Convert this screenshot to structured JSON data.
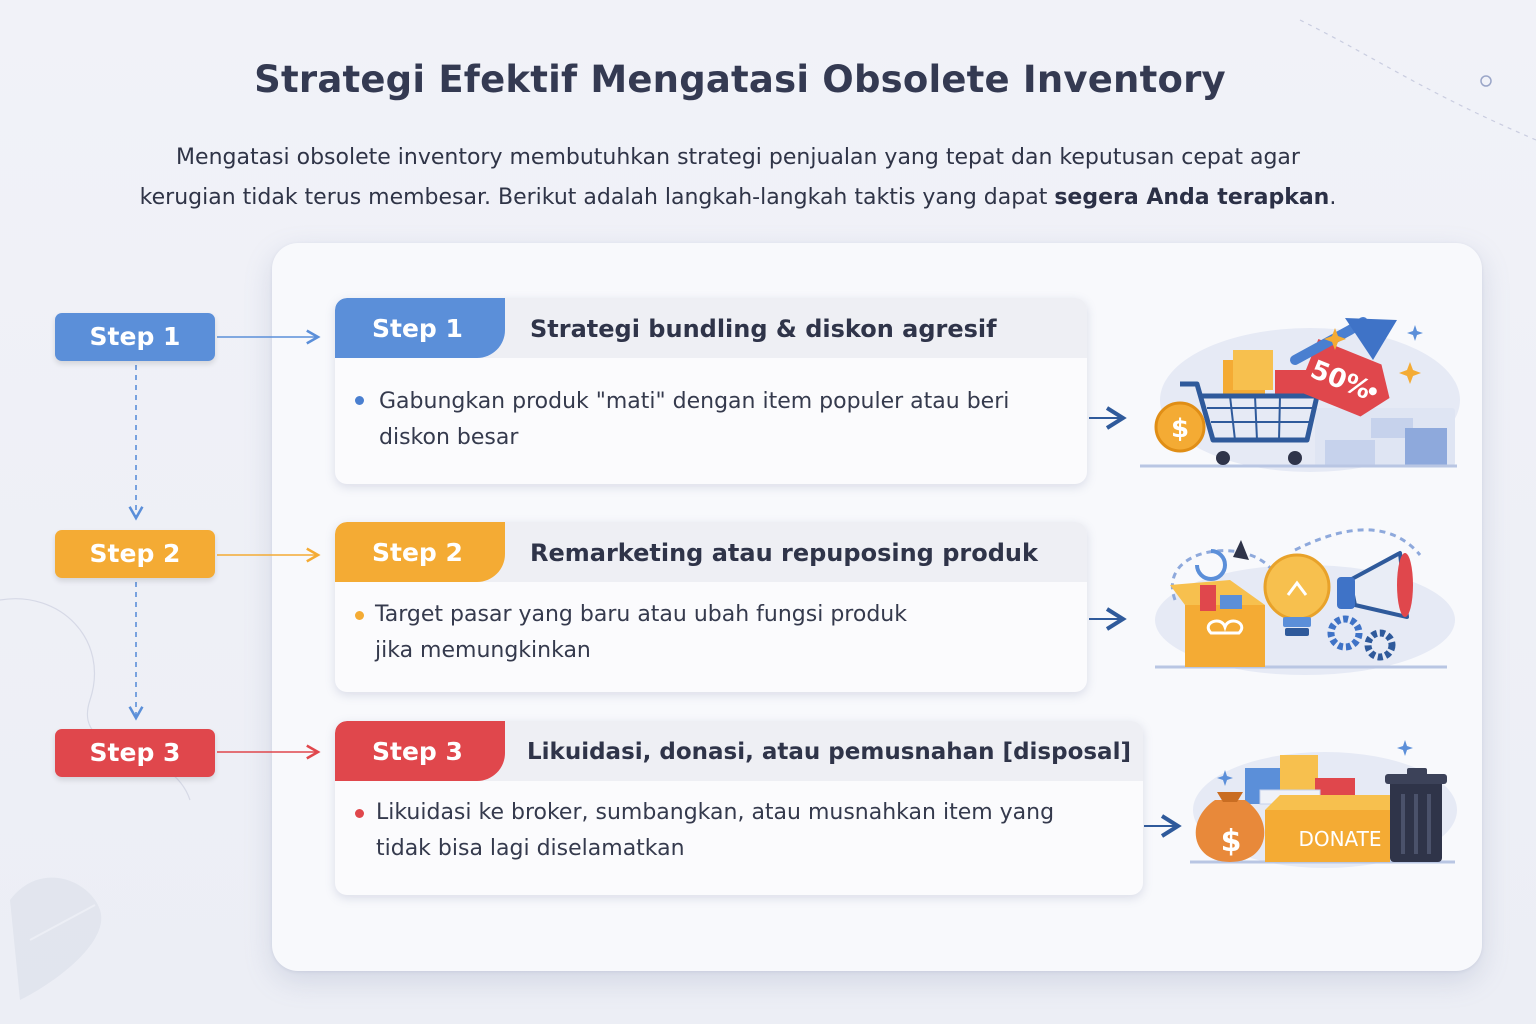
{
  "title": "Strategi Efektif Mengatasi Obsolete Inventory",
  "intro": {
    "line1": "Mengatasi obsolete inventory membutuhkan strategi penjualan yang tepat dan keputusan cepat agar",
    "line2_plain": "kerugian tidak terus membesar. Berikut adalah langkah-langkah taktis yang dapat ",
    "line2_bold": "segera Anda terapkan",
    "line2_end": "."
  },
  "colors": {
    "step1": "#5b8fd9",
    "step2": "#f4ab34",
    "step3": "#e0474c",
    "navy": "#2f5a9b"
  },
  "steps": [
    {
      "pill": "Step 1",
      "tab": "Step 1",
      "title": "Strategi bundling & diskon agresif",
      "body1": "Gabungkan produk \"mati\" dengan item populer atau beri",
      "body2": "diskon besar",
      "badge": "50%",
      "illustration_icons": [
        "shopping-cart-icon",
        "coin-dollar-icon",
        "price-tag-icon",
        "trend-arrow-icon"
      ]
    },
    {
      "pill": "Step 2",
      "tab": "Step 2",
      "title": "Remarketing atau repuposing produk",
      "body1": "Target pasar yang baru atau ubah fungsi produk",
      "body2": "jika memungkinkan",
      "illustration_icons": [
        "open-box-icon",
        "lightbulb-icon",
        "megaphone-icon",
        "gear-icon"
      ]
    },
    {
      "pill": "Step 3",
      "tab": "Step 3",
      "title": "Likuidasi, donasi, atau pemusnahan [disposal]",
      "body1": "Likuidasi ke broker, sumbangkan, atau musnahkan item yang",
      "body2": "tidak bisa lagi diselamatkan",
      "donate_label": "DONATE",
      "money_symbol": "$",
      "illustration_icons": [
        "money-bag-icon",
        "donate-box-icon",
        "trash-bin-icon"
      ]
    }
  ],
  "coin_symbol": "$"
}
